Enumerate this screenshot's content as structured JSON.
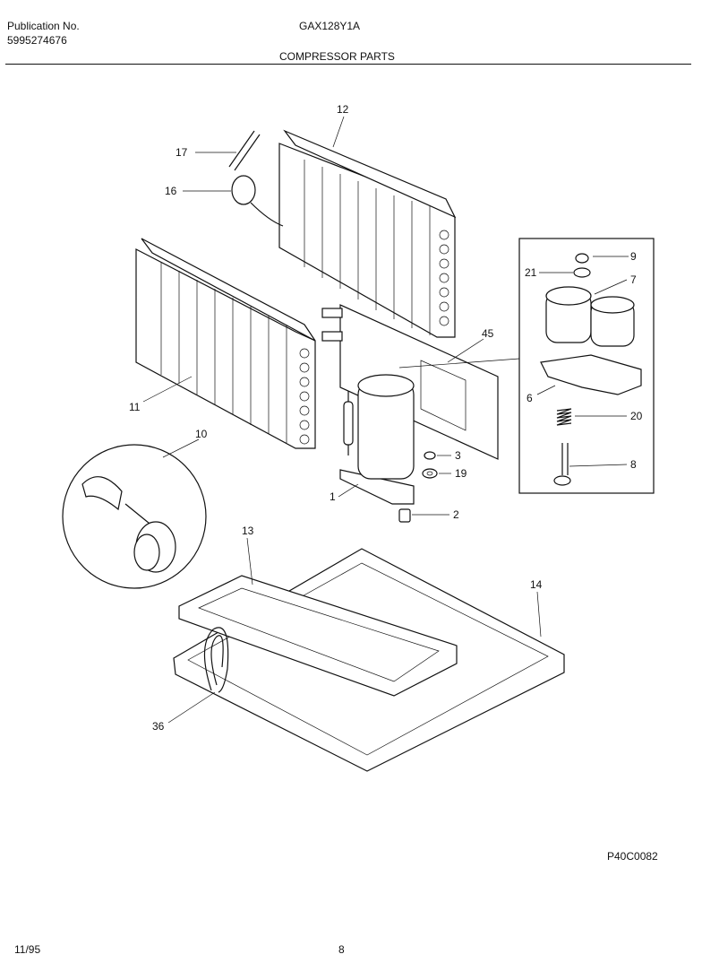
{
  "header": {
    "publication_label": "Publication No.",
    "publication_number": "5995274676",
    "model": "GAX128Y1A",
    "section_title": "COMPRESSOR PARTS"
  },
  "footer": {
    "date": "11/95",
    "page_number": "8",
    "figure_code": "P40C0082"
  },
  "callouts": [
    "12",
    "17",
    "16",
    "11",
    "45",
    "9",
    "21",
    "7",
    "6",
    "20",
    "8",
    "10",
    "3",
    "19",
    "1",
    "2",
    "13",
    "14",
    "36"
  ]
}
